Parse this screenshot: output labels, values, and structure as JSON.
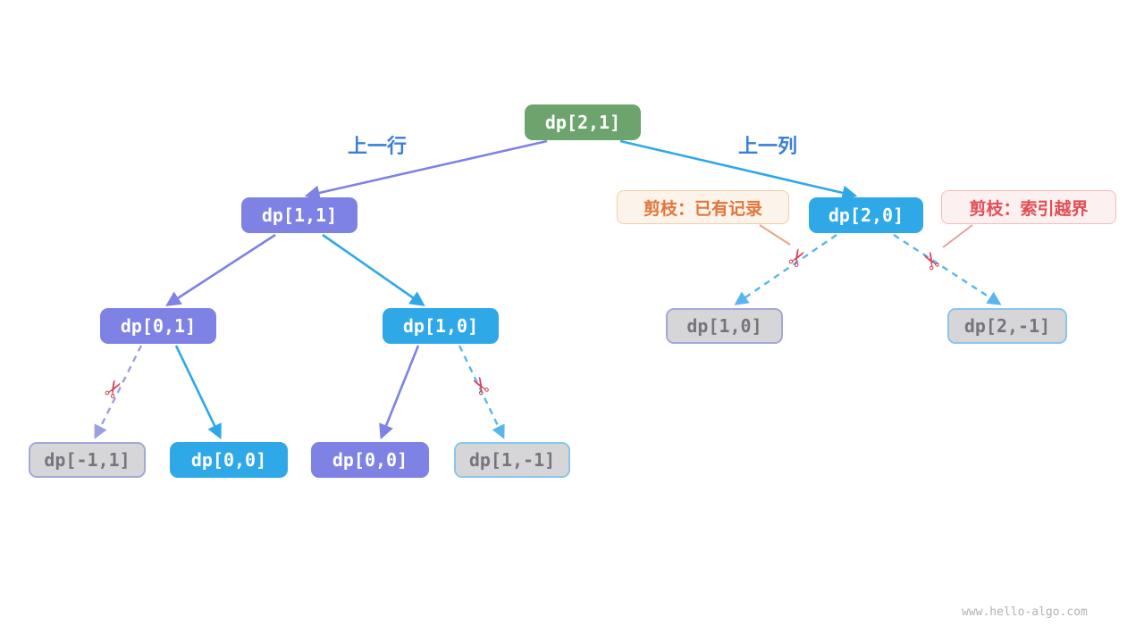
{
  "nodes": {
    "root": {
      "label": "dp[2,1]"
    },
    "l1_left": {
      "label": "dp[1,1]"
    },
    "r1_right": {
      "label": "dp[2,0]"
    },
    "l2_left": {
      "label": "dp[0,1]"
    },
    "l2_right": {
      "label": "dp[1,0]"
    },
    "r2_left": {
      "label": "dp[1,0]"
    },
    "r2_right": {
      "label": "dp[2,-1]"
    },
    "l3_a": {
      "label": "dp[-1,1]"
    },
    "l3_b": {
      "label": "dp[0,0]"
    },
    "l3_c": {
      "label": "dp[0,0]"
    },
    "l3_d": {
      "label": "dp[1,-1]"
    }
  },
  "edge_labels": {
    "prev_row": "上一行",
    "prev_col": "上一列"
  },
  "pruning_labels": {
    "memoized": "剪枝：已有记录",
    "out_of_bounds": "剪枝：索引越界"
  },
  "icons": {
    "scissors": "✂"
  },
  "watermark": "www.hello-algo.com",
  "colors": {
    "root_green": "#6da46d",
    "row_purple": "#7d82e4",
    "col_blue": "#2fa8e8",
    "pruned_gray": "#d6d6d9",
    "edge_label_blue": "#3a7fd6",
    "prune_orange": "#e2763c",
    "prune_red": "#e34d55"
  }
}
